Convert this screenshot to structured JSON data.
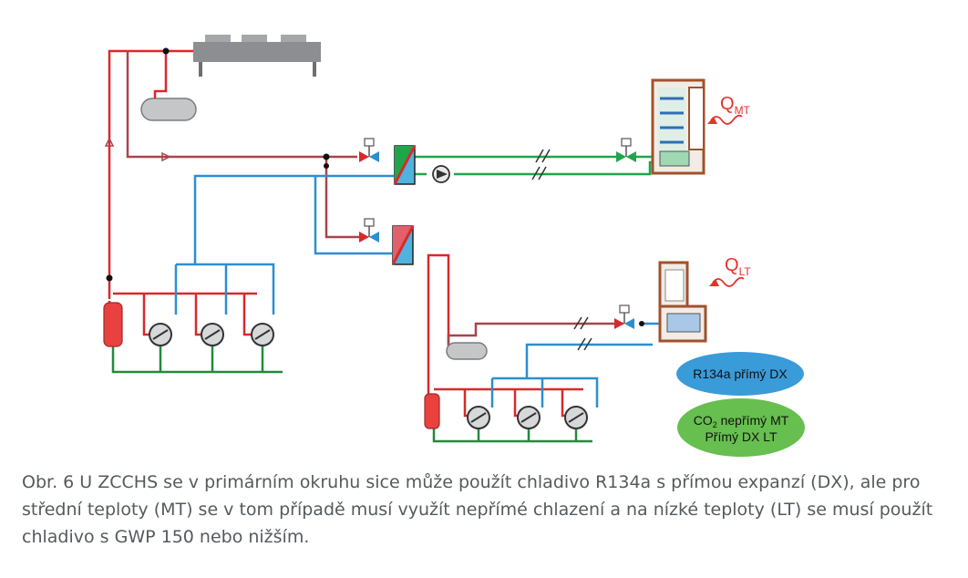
{
  "labels": {
    "q_mt": {
      "main": "Q",
      "sub": "MT"
    },
    "q_lt": {
      "main": "Q",
      "sub": "LT"
    }
  },
  "legend": {
    "blue_ellipse": {
      "text": "R134a přímý DX"
    },
    "green_ellipse": {
      "line1_prefix": "CO",
      "line1_sub": "2",
      "line1_rest": " nepřímý MT",
      "line2": "Přímý DX LT"
    }
  },
  "caption": "Obr. 6 U ZCCHS se v primárním okruhu sice může použít chladivo R134a s přímou expanzí (DX), ale pro střední teploty (MT) se v tom případě musí využít nepřímé chlazení a na nízké teploty (LT) se musí použít chladivo s GWP 150 nebo nižším.",
  "colors": {
    "hot_line": "#d9292c",
    "suction_line": "#2b8fd0",
    "oil_line": "#238a3c",
    "brine_line": "#1fa64a",
    "liquid_line": "#a8454b",
    "blue_ellipse": "#3a9bd9",
    "green_ellipse": "#66bf4f",
    "q_label": "#e5312b"
  }
}
